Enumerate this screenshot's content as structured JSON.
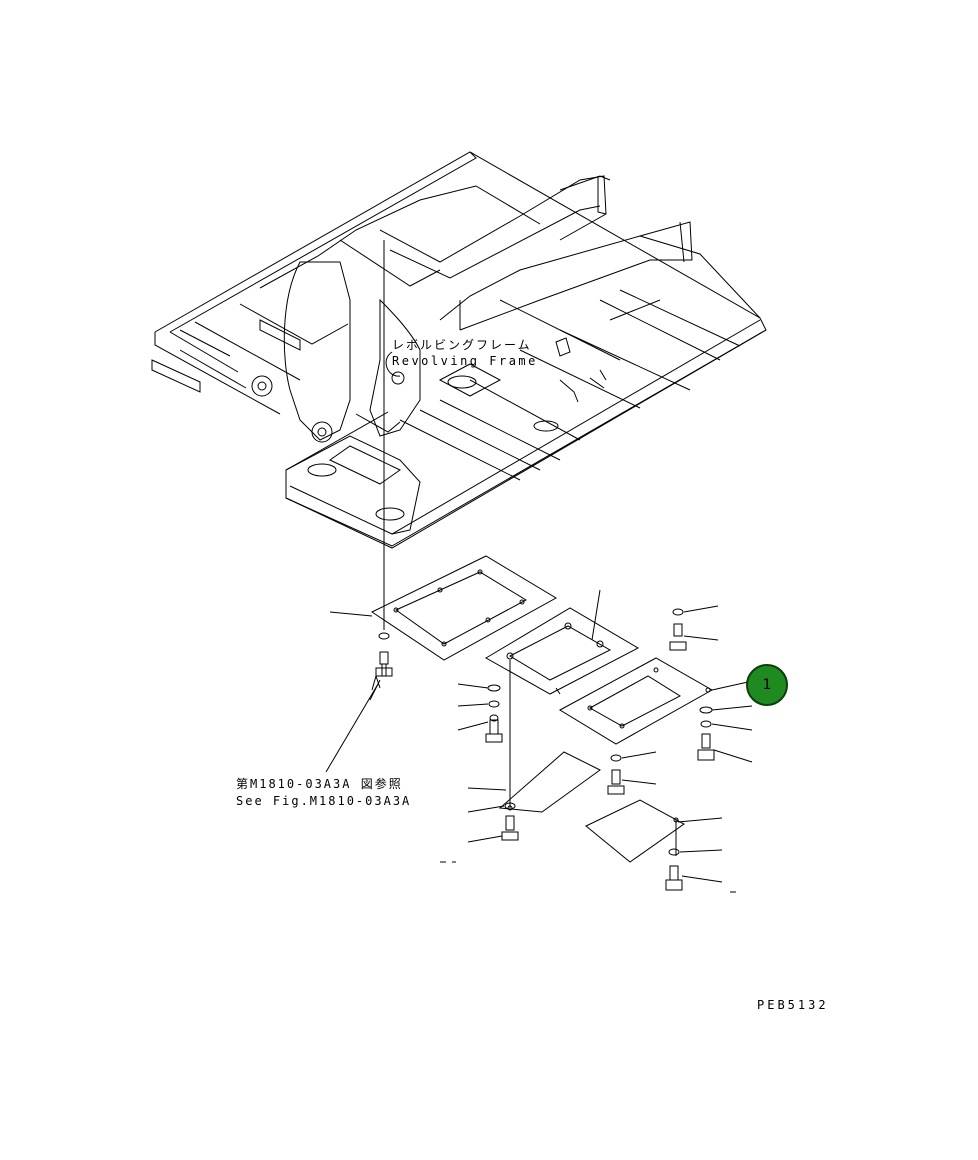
{
  "labels": {
    "frame_jp": "レボルビングフレーム",
    "frame_en": "Revolving Frame",
    "fig_ref_jp": "第M1810-03A3A 図参照",
    "fig_ref_en": "See Fig.M1810-03A3A",
    "drawing_code": "PEB5132"
  },
  "callouts": [
    {
      "number": "1",
      "color": "#1f8a1f"
    }
  ],
  "colors": {
    "line": "#000000",
    "callout_fill": "#1f8a1f"
  }
}
